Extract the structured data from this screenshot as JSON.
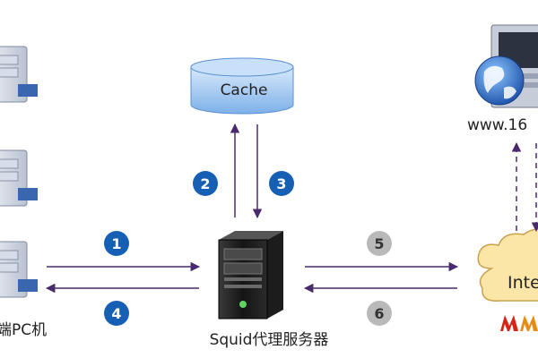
{
  "nodes": {
    "cache": {
      "label": "Cache"
    },
    "proxy": {
      "label": "Squid代理服务器"
    },
    "clients": {
      "label": "端PC机"
    },
    "web_server": {
      "label": "www.16"
    },
    "internet": {
      "label": "Inte"
    }
  },
  "steps": [
    {
      "number": "1",
      "color": "#1560b4"
    },
    {
      "number": "2",
      "color": "#1560b4"
    },
    {
      "number": "3",
      "color": "#1560b4"
    },
    {
      "number": "4",
      "color": "#1560b4"
    },
    {
      "number": "5",
      "color": "#b9b9b9"
    },
    {
      "number": "6",
      "color": "#b9b9b9"
    }
  ],
  "colors": {
    "arrow": "#4a2a6e",
    "cache_fill": "#9bc3ef",
    "cloud_fill": "#fbe6a8"
  }
}
